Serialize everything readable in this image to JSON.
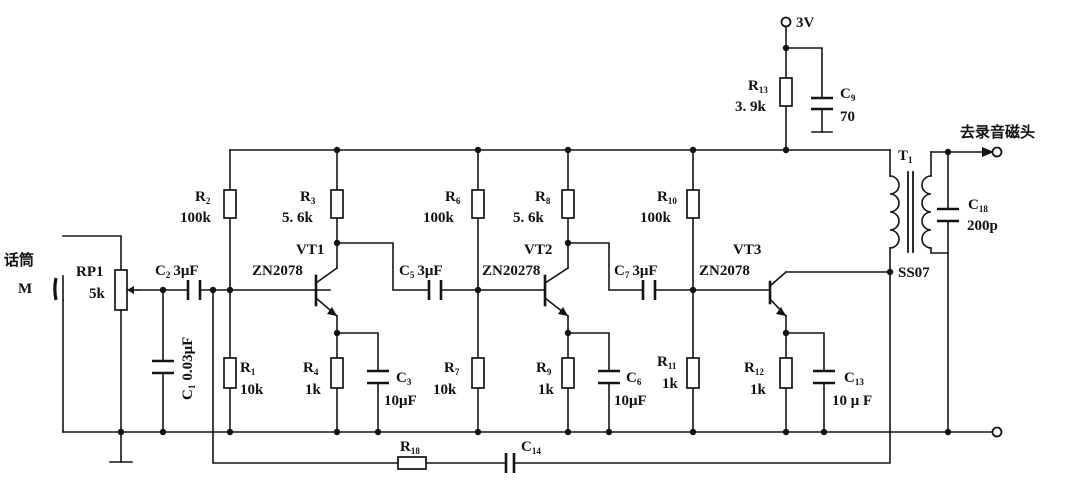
{
  "supply": {
    "voltage": "3V"
  },
  "output_label": "去录音磁头",
  "mic": {
    "label_cn": "话筒",
    "label": "M"
  },
  "rp1": {
    "name": "RP1",
    "value": "5k"
  },
  "parts": {
    "c1": {
      "name": "C",
      "sub": "1",
      "value": "0.03μF"
    },
    "c2": {
      "name": "C",
      "sub": "2",
      "value": "3μF"
    },
    "r2": {
      "name": "R",
      "sub": "2",
      "value": "100k"
    },
    "r1": {
      "name": "R",
      "sub": "1",
      "value": "10k"
    },
    "r3": {
      "name": "R",
      "sub": "3",
      "value": "5. 6k"
    },
    "r4": {
      "name": "R",
      "sub": "4",
      "value": "1k"
    },
    "c3": {
      "name": "C",
      "sub": "3",
      "value": "10μF"
    },
    "c5": {
      "name": "C",
      "sub": "5",
      "value": "3μF"
    },
    "r6": {
      "name": "R",
      "sub": "6",
      "value": "100k"
    },
    "r7": {
      "name": "R",
      "sub": "7",
      "value": "10k"
    },
    "r8": {
      "name": "R",
      "sub": "8",
      "value": "5. 6k"
    },
    "r9": {
      "name": "R",
      "sub": "9",
      "value": "1k"
    },
    "c6": {
      "name": "C",
      "sub": "6",
      "value": "10μF"
    },
    "c7": {
      "name": "C",
      "sub": "7",
      "value": "3μF"
    },
    "r10": {
      "name": "R",
      "sub": "10",
      "value": "100k"
    },
    "r11": {
      "name": "R",
      "sub": "11",
      "value": "1k"
    },
    "r12": {
      "name": "R",
      "sub": "12",
      "value": "1k"
    },
    "c13": {
      "name": "C",
      "sub": "13",
      "value": "10 μ F"
    },
    "r13": {
      "name": "R",
      "sub": "13",
      "value": "3. 9k"
    },
    "c9": {
      "name": "C",
      "sub": "9",
      "value": "70"
    },
    "c18": {
      "name": "C",
      "sub": "18",
      "value": "200p"
    },
    "t1": {
      "name": "T",
      "sub": "1",
      "value": "SS07"
    },
    "r18": {
      "name": "R",
      "sub": "18"
    },
    "c14": {
      "name": "C",
      "sub": "14"
    }
  },
  "transistors": {
    "vt1": {
      "name": "VT1",
      "model": "ZN2078"
    },
    "vt2": {
      "name": "VT2",
      "model": "ZN20278"
    },
    "vt3": {
      "name": "VT3",
      "model": "ZN2078"
    }
  }
}
